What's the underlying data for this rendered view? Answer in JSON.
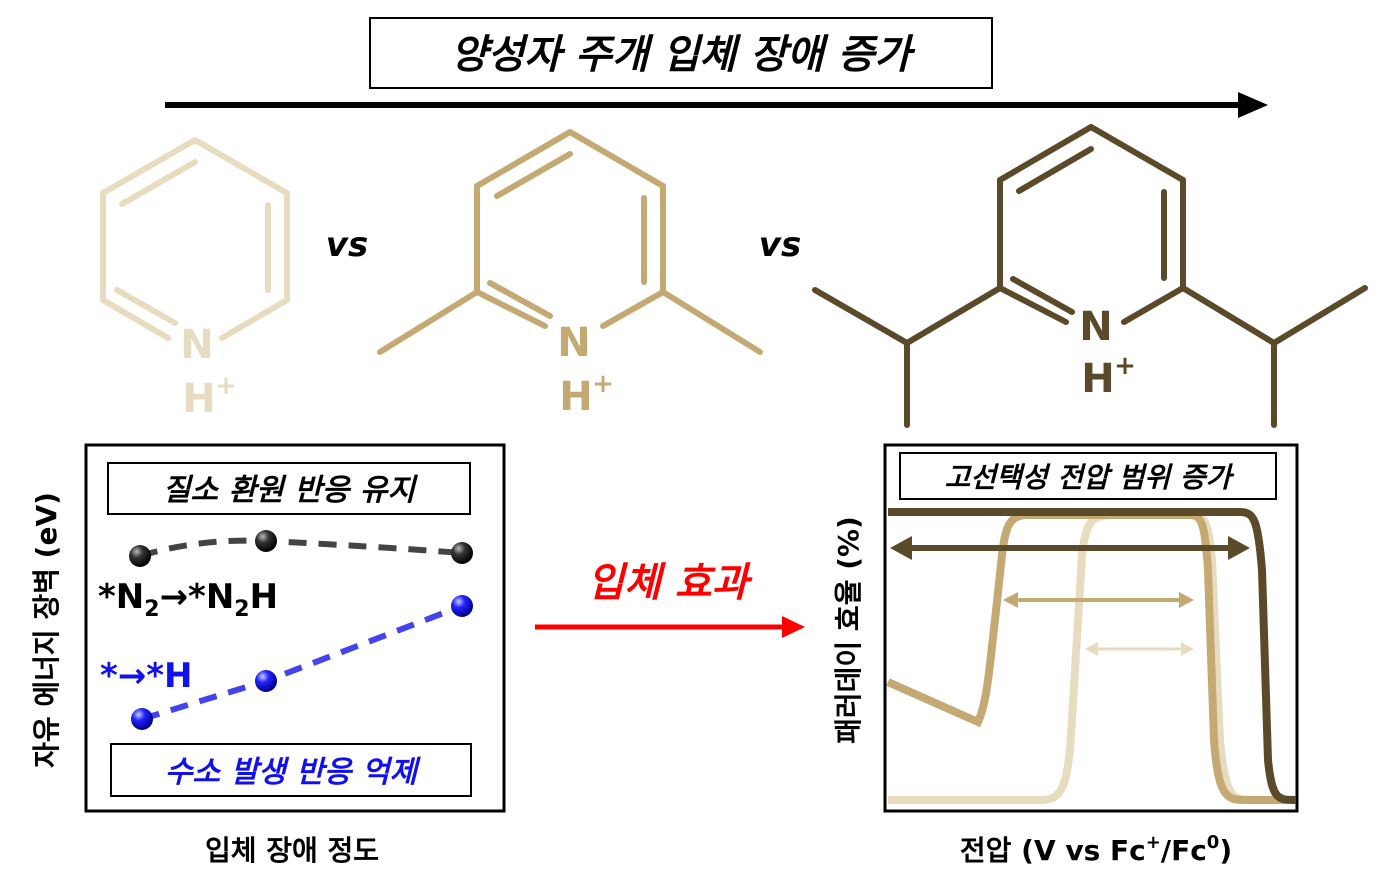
{
  "header": {
    "title": "양성자 주개 입체 장애 증가"
  },
  "molecules": {
    "vs_left": "vs",
    "vs_right": "vs",
    "n_label": "N",
    "h_label": "H",
    "plus": "+",
    "colors": {
      "pyridine": "#e8dcc0",
      "lutidine": "#c4aa72",
      "diisopropyl": "#5b4a2a"
    }
  },
  "left_panel": {
    "top_label": "질소 환원 반응 유지",
    "bottom_label": "수소 발생 반응 억제",
    "ylabel": "자유 에너지 장벽 (eV)",
    "xlabel": "입체 장애 정도",
    "n2_label": {
      "p1": "*N",
      "s1": "2",
      "p2": "→*N",
      "s2": "2",
      "p3": "H"
    },
    "h_label": "*→*H",
    "series_colors": {
      "n2": "#444444",
      "h": "#3333ff"
    }
  },
  "middle": {
    "effect_label": "입체 효과",
    "arrow_color": "#ff0000"
  },
  "right_panel": {
    "top_label": "고선택성 전압 범위 증가",
    "ylabel": "패러데이 효율 (%)",
    "xlabel": {
      "prefix": "전압 (V vs Fc",
      "sup1": "+",
      "mid": "/Fc",
      "sup2": "0",
      "suffix": ")"
    }
  }
}
